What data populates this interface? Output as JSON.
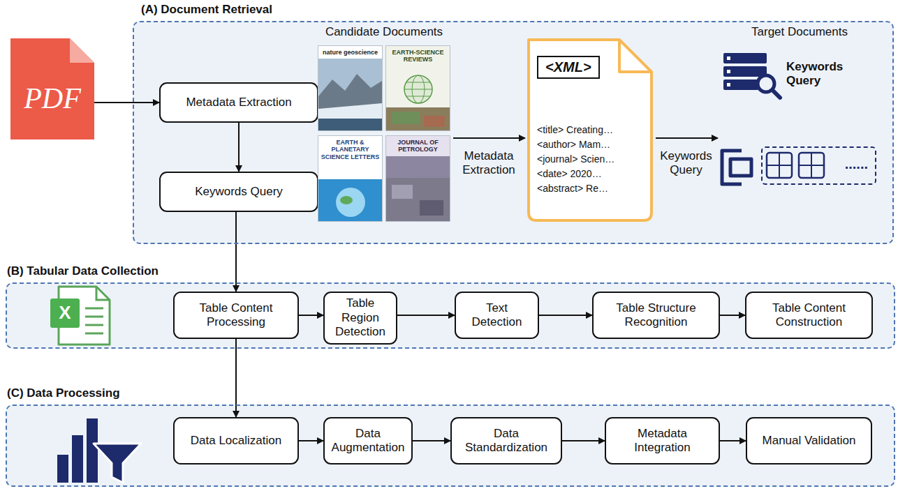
{
  "diagram": {
    "nodes": [
      {
        "text": [
          "(A) Document Retrieval"
        ]
      },
      {
        "text": [
          "PDF"
        ]
      },
      {
        "text": [
          "Metadata Extraction"
        ],
        "in": 0
      },
      {
        "text": [
          "Keywords Query"
        ],
        "in": 0
      },
      {
        "text": [
          "nature geoscience"
        ],
        "in": 0
      },
      {
        "text": [
          "EARTH-SCIENCE REVIEWS"
        ],
        "in": 0
      },
      {
        "text": [
          "EARTH & PLANETARY SCIENCE LETTERS"
        ],
        "in": 0
      },
      {
        "text": [
          "JOURNAL OF PETROLOGY"
        ],
        "in": 0
      },
      {
        "text": [
          "<title> Creating…",
          "<author> Mam…",
          "<journal> Scien…",
          "<date> 2020…",
          "<abstract> Re…"
        ],
        "in": 0
      },
      {
        "text": [
          "<XML>"
        ],
        "in": 8
      },
      {
        "text": [
          "......"
        ],
        "in": 0
      },
      {
        "text": [
          "(B) Tabular Data Collection"
        ]
      },
      {
        "text": [
          "Table Content Processing"
        ],
        "in": 11
      },
      {
        "text": [
          "Table Region Detection"
        ],
        "in": 11
      },
      {
        "text": [
          "Text Detection"
        ],
        "in": 11
      },
      {
        "text": [
          "Table Structure Recognition"
        ],
        "in": 11
      },
      {
        "text": [
          "Table Content Construction"
        ],
        "in": 11
      },
      {
        "text": [
          "(C) Data Processing"
        ]
      },
      {
        "text": [
          "Data Localization"
        ],
        "in": 17
      },
      {
        "text": [
          "Data Augmentation"
        ],
        "in": 17
      },
      {
        "text": [
          "Data Standardization"
        ],
        "in": 17
      },
      {
        "text": [
          "Metadata Integration"
        ],
        "in": 17
      },
      {
        "text": [
          "Manual Validation"
        ],
        "in": 17
      }
    ],
    "edges": [
      {
        "from": 1,
        "to": 2,
        "arrow": "to"
      },
      {
        "from": 2,
        "to": 3,
        "arrow": "to"
      },
      {
        "from": 3,
        "to": 12,
        "arrow": "to"
      },
      {
        "from": 12,
        "to": 13,
        "arrow": "to"
      },
      {
        "from": 13,
        "to": 14,
        "arrow": "to"
      },
      {
        "from": 14,
        "to": 15,
        "arrow": "to"
      },
      {
        "from": 15,
        "to": 16,
        "arrow": "to"
      },
      {
        "from": 12,
        "to": 18,
        "arrow": "to"
      },
      {
        "from": 18,
        "to": 19,
        "arrow": "to"
      },
      {
        "from": 19,
        "to": 20,
        "arrow": "to"
      },
      {
        "from": 20,
        "to": 21,
        "arrow": "to"
      },
      {
        "from": 21,
        "to": 22,
        "arrow": "to"
      }
    ],
    "labels": [
      "Candidate Documents",
      "Metadata Extraction",
      "Keywords Query",
      "Target Documents",
      "Keywords Query",
      "X"
    ]
  }
}
